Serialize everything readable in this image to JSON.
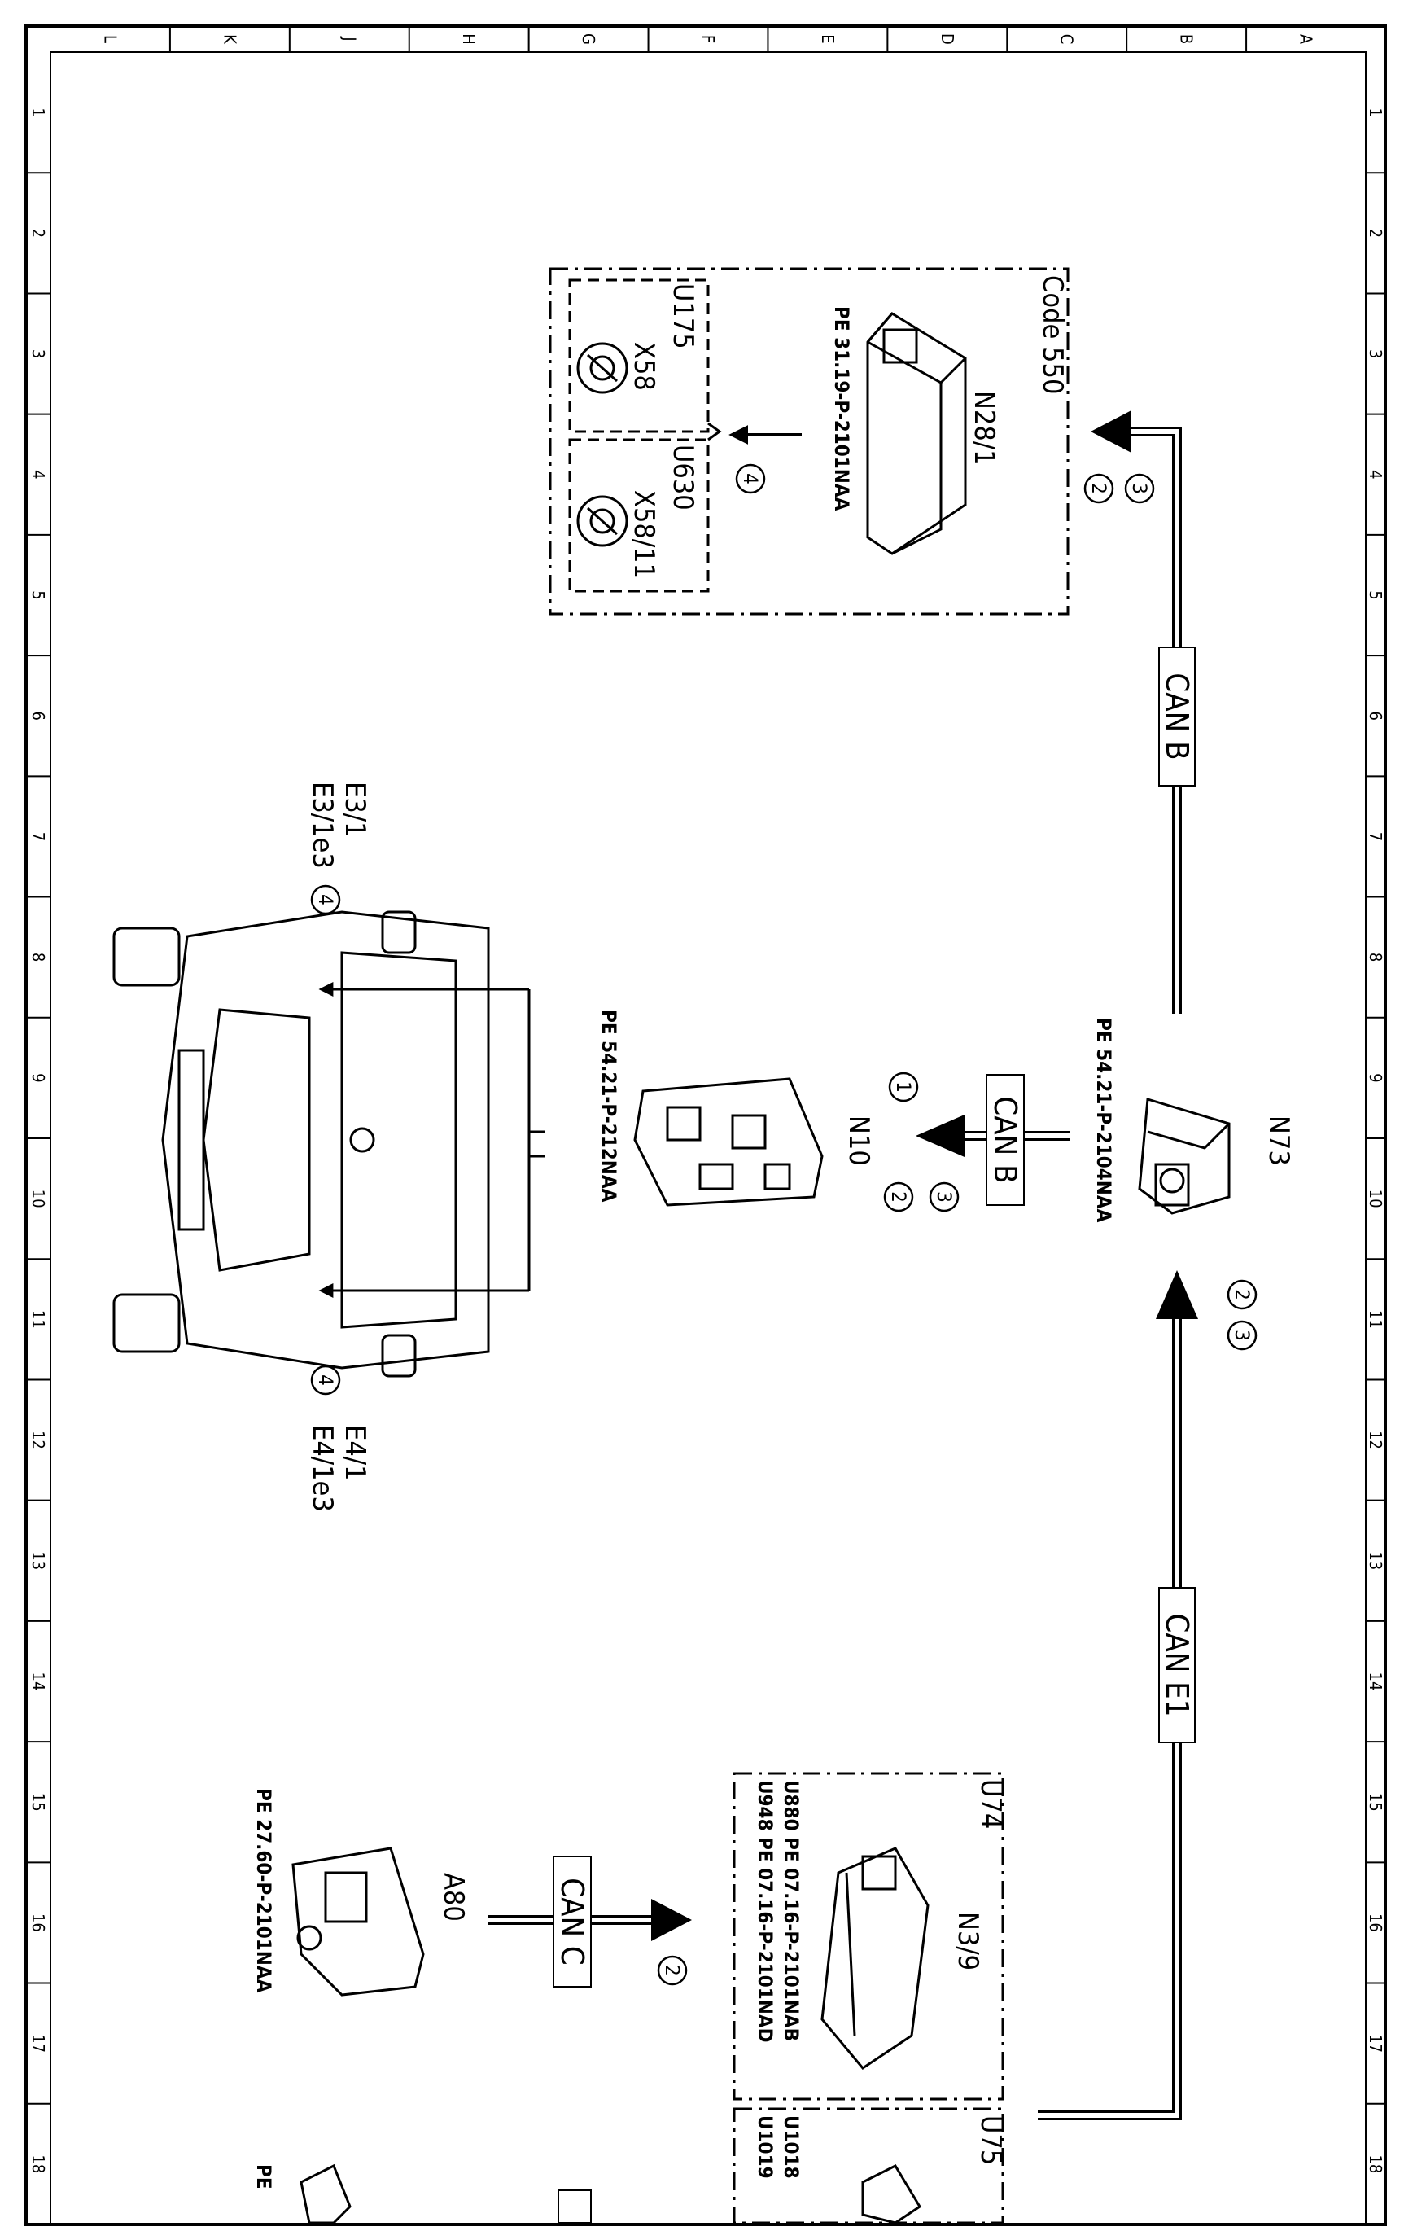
{
  "border": {
    "columns": [
      "L",
      "K",
      "J",
      "H",
      "G",
      "F",
      "E",
      "D",
      "C",
      "B",
      "A"
    ],
    "rows": [
      "1",
      "2",
      "3",
      "4",
      "5",
      "6",
      "7",
      "8",
      "9",
      "10",
      "11",
      "12",
      "13",
      "14",
      "15",
      "16",
      "17",
      "18"
    ]
  },
  "code_group": {
    "code_label": "Code 550",
    "module_label": "N28/1",
    "pe_ref": "PE 31.19-P-2101NAA",
    "u175_label": "U175",
    "x58_label": "X58",
    "u630_label": "U630",
    "x58_11_label": "X58/11",
    "arrow_badge": "4"
  },
  "arrow_n28_badges": [
    "3",
    "2"
  ],
  "can_b_top": "CAN B",
  "n73": {
    "label": "N73",
    "pe_ref": "PE 54.21-P-2104NAA",
    "badges": [
      "2",
      "3"
    ]
  },
  "n10": {
    "label": "N10",
    "pe_ref": "PE 54.21-P-212NAA",
    "can_label": "CAN B",
    "badges": [
      "1",
      "3",
      "2"
    ]
  },
  "vehicle": {
    "left_label_1": "E3/1",
    "left_label_2": "E3/1e3",
    "left_badge": "4",
    "right_label_1": "E4/1",
    "right_label_2": "E4/1e3",
    "right_badge": "4"
  },
  "can_e1": "CAN E1",
  "u74_group": {
    "u74": "U74",
    "n3_9": "N3/9",
    "u880": "U880",
    "pe1": "PE 07.16-P-2101NAB",
    "u948": "U948",
    "pe2": "PE 07.16-P-2101NAD"
  },
  "u75_group": {
    "u75": "U75",
    "u1018": "U1018",
    "u1019": "U1019"
  },
  "a80": {
    "label": "A80",
    "pe_ref": "PE 27.60-P-2101NAA",
    "can_label": "CAN C",
    "badge": "2"
  },
  "bottom_pe": "PE"
}
